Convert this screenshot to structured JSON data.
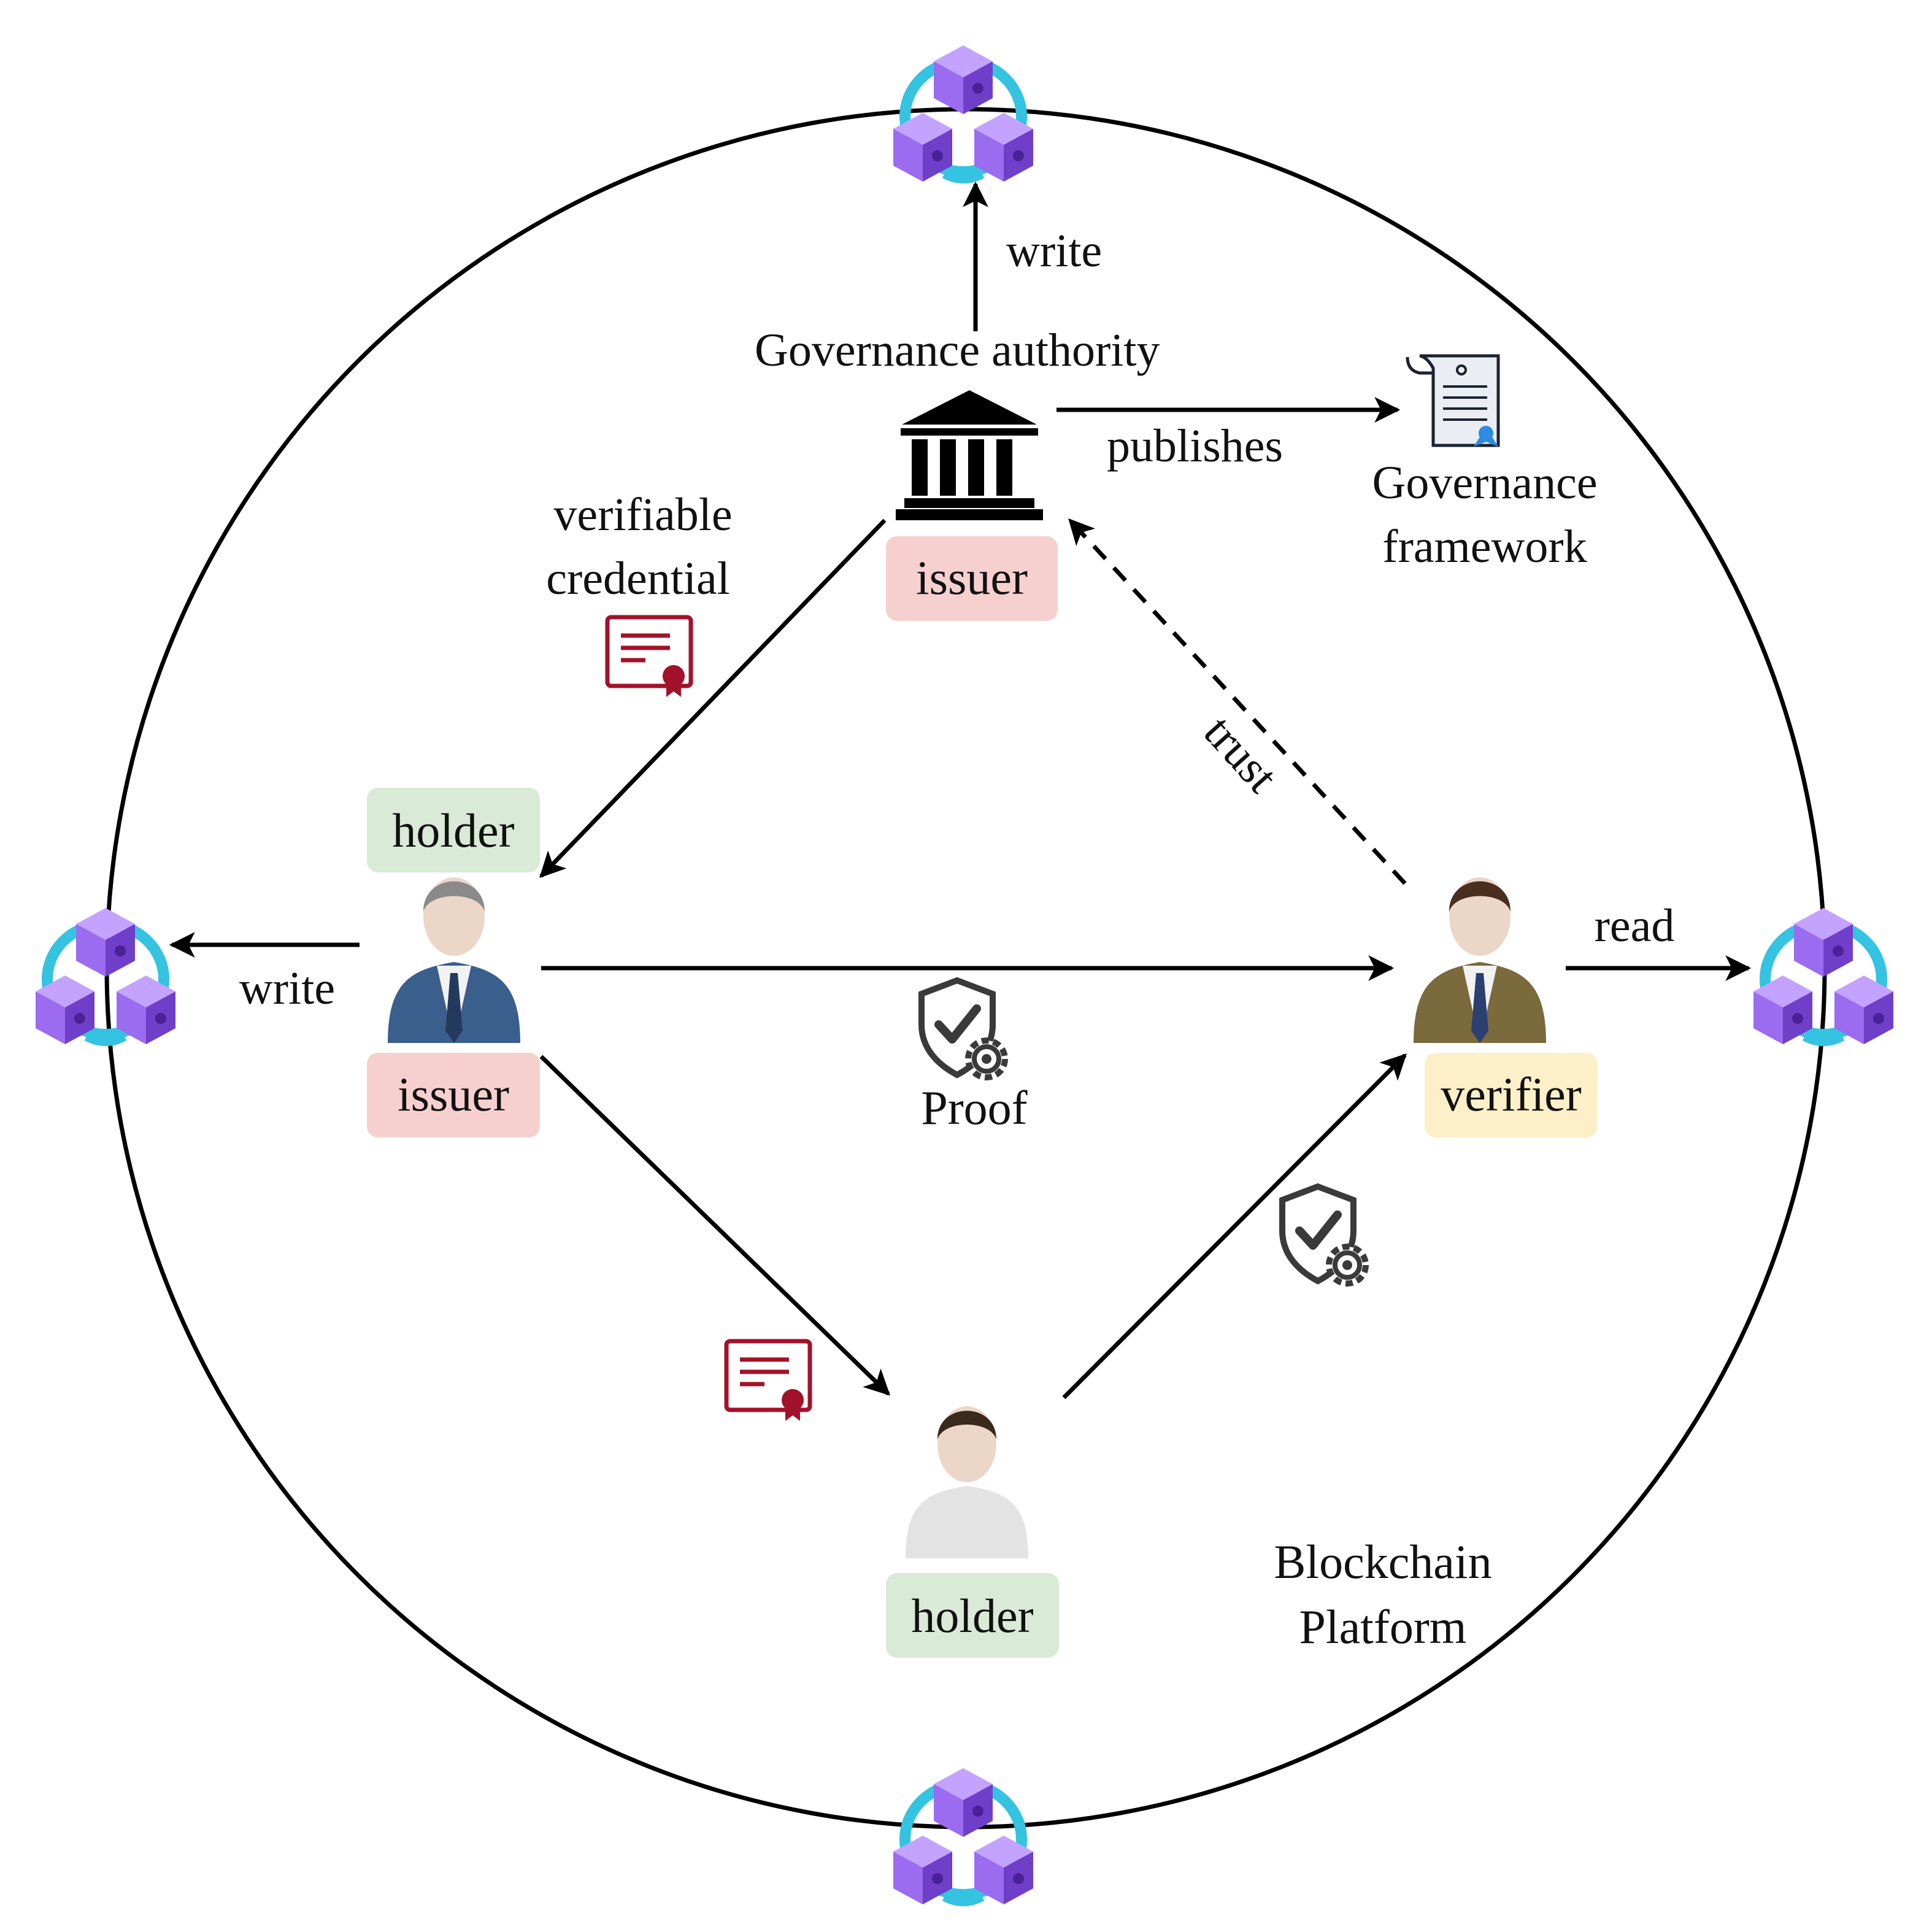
{
  "labels": {
    "write_top": "write",
    "governance_authority": "Governance authority",
    "publishes": "publishes",
    "governance_framework_line1": "Governance",
    "governance_framework_line2": "framework",
    "verifiable_credential_line1": "verifiable",
    "verifiable_credential_line2": "credential",
    "trust": "trust",
    "write_left": "write",
    "read": "read",
    "proof": "Proof",
    "blockchain_line1": "Blockchain",
    "blockchain_line2": "Platform"
  },
  "badges": {
    "top_issuer": "issuer",
    "left_holder": "holder",
    "left_issuer": "issuer",
    "verifier": "verifier",
    "bottom_holder": "holder"
  },
  "colors": {
    "issuer_badge": "#f6d0cf",
    "holder_badge": "#d9ead6",
    "verifier_badge": "#fdf0c8",
    "cube_front": "#9b6cf0",
    "cube_top": "#c3a3ff",
    "cube_side": "#6f3fc9",
    "chain_ring": "#34c3e0",
    "certificate": "#a3122a"
  },
  "icons": [
    "blockchain-node-icon",
    "government-building-icon",
    "governance-document-icon",
    "certificate-icon",
    "shield-gear-icon",
    "person-icon"
  ]
}
